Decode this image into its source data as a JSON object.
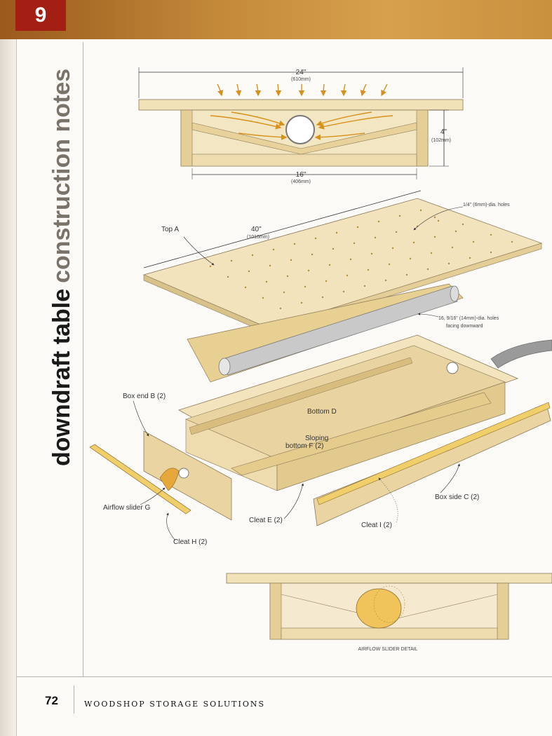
{
  "header": {
    "chapter_number": "9"
  },
  "sidebar": {
    "title_part1": "downdraft table",
    "title_part2": "construction notes"
  },
  "diagram_top": {
    "width_label": "24\"",
    "width_label_mm": "(610mm)",
    "height_label": "4\"",
    "height_label_mm": "(102mm)",
    "inner_label": "16\"",
    "inner_label_mm": "(406mm)"
  },
  "exploded": {
    "length_label": "40\"",
    "length_label_mm": "(1016mm)",
    "holes_label": "1/4\" (6mm)-dia. holes",
    "pipe_label_line1": "16, 9/16\" (14mm)-dia. holes",
    "pipe_label_line2": "facing downward",
    "top_a": "Top A",
    "box_end_b": "Box end B (2)",
    "bottom_d": "Bottom D",
    "sloping_line1": "Sloping",
    "sloping_line2": "bottom F (2)",
    "airflow_slider": "Airflow slider G",
    "cleat_e": "Cleat E (2)",
    "cleat_h": "Cleat H (2)",
    "cleat_i": "Cleat I (2)",
    "box_side_c": "Box side C (2)"
  },
  "detail": {
    "caption": "AIRFLOW SLIDER DETAIL"
  },
  "footer": {
    "page_number": "72",
    "book_title": "WOODSHOP STORAGE SOLUTIONS"
  },
  "colors": {
    "banner": "#c48a3a",
    "chapter_box": "#a31f14",
    "wood": "#efdcae",
    "wood_dark": "#d9bd7e",
    "arrow": "#d8901c"
  }
}
